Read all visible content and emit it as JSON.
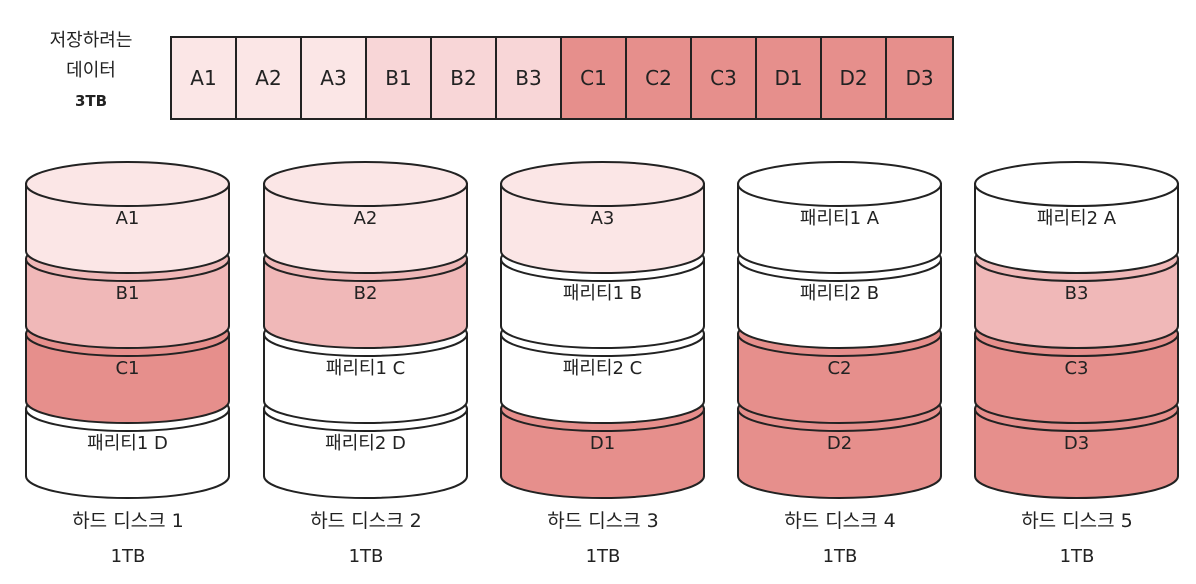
{
  "input": {
    "label_lines": [
      "저장하려는",
      "데이터",
      "3TB"
    ],
    "blocks": [
      "A1",
      "A2",
      "A3",
      "B1",
      "B2",
      "B3",
      "C1",
      "C2",
      "C3",
      "D1",
      "D2",
      "D3"
    ],
    "colors": [
      "#fbe6e6",
      "#fbe6e6",
      "#fbe6e6",
      "#f8d6d7",
      "#f8d6d7",
      "#f8d6d7",
      "#e68f8c",
      "#e68f8c",
      "#e68f8c",
      "#e68f8c",
      "#e68f8c",
      "#e68f8c"
    ]
  },
  "disks": [
    {
      "name": "하드 디스크 1",
      "capacity": "1TB",
      "layers": [
        {
          "label": "A1",
          "color": "#fbe6e6"
        },
        {
          "label": "B1",
          "color": "#f0b8b8"
        },
        {
          "label": "C1",
          "color": "#e68f8c"
        },
        {
          "label": "패리티1 D",
          "color": "#ffffff"
        }
      ]
    },
    {
      "name": "하드 디스크 2",
      "capacity": "1TB",
      "layers": [
        {
          "label": "A2",
          "color": "#fbe6e6"
        },
        {
          "label": "B2",
          "color": "#f0b8b8"
        },
        {
          "label": "패리티1 C",
          "color": "#ffffff"
        },
        {
          "label": "패리티2 D",
          "color": "#ffffff"
        }
      ]
    },
    {
      "name": "하드 디스크 3",
      "capacity": "1TB",
      "layers": [
        {
          "label": "A3",
          "color": "#fbe6e6"
        },
        {
          "label": "패리티1 B",
          "color": "#ffffff"
        },
        {
          "label": "패리티2 C",
          "color": "#ffffff"
        },
        {
          "label": "D1",
          "color": "#e68f8c"
        }
      ]
    },
    {
      "name": "하드 디스크 4",
      "capacity": "1TB",
      "layers": [
        {
          "label": "패리티1 A",
          "color": "#ffffff"
        },
        {
          "label": "패리티2 B",
          "color": "#ffffff"
        },
        {
          "label": "C2",
          "color": "#e68f8c"
        },
        {
          "label": "D2",
          "color": "#e68f8c"
        }
      ]
    },
    {
      "name": "하드 디스크 5",
      "capacity": "1TB",
      "layers": [
        {
          "label": "패리티2 A",
          "color": "#ffffff"
        },
        {
          "label": "B3",
          "color": "#f0b8b8"
        },
        {
          "label": "C3",
          "color": "#e68f8c"
        },
        {
          "label": "D3",
          "color": "#e68f8c"
        }
      ]
    }
  ]
}
